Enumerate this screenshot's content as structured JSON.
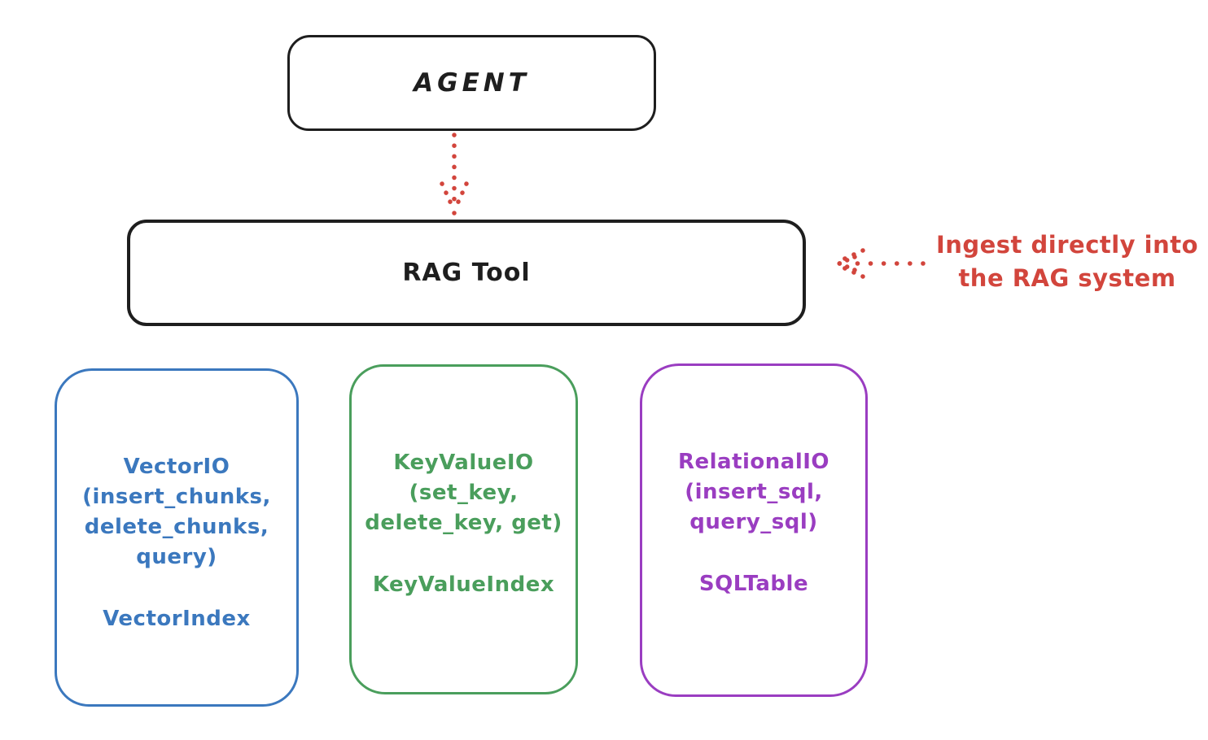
{
  "colors": {
    "ink": "#1e1e1e",
    "red": "#d2453c",
    "blue": "#3b78be",
    "green": "#4a9e5c",
    "purple": "#9a3dc1"
  },
  "agent": {
    "label": "AGENT"
  },
  "rag_tool": {
    "label": "RAG Tool"
  },
  "annotation": {
    "line1": "Ingest directly into",
    "line2": "the RAG system"
  },
  "io_boxes": [
    {
      "name": "VectorIO",
      "color": "#3b78be",
      "lines": [
        "VectorIO",
        "(insert_chunks,",
        "delete_chunks,",
        "query)"
      ],
      "index_label": "VectorIndex"
    },
    {
      "name": "KeyValueIO",
      "color": "#4a9e5c",
      "lines": [
        "KeyValueIO",
        "(set_key,",
        "delete_key, get)"
      ],
      "index_label": "KeyValueIndex"
    },
    {
      "name": "RelationalIO",
      "color": "#9a3dc1",
      "lines": [
        "RelationalIO",
        "(insert_sql,",
        "query_sql)"
      ],
      "index_label": "SQLTable"
    }
  ]
}
